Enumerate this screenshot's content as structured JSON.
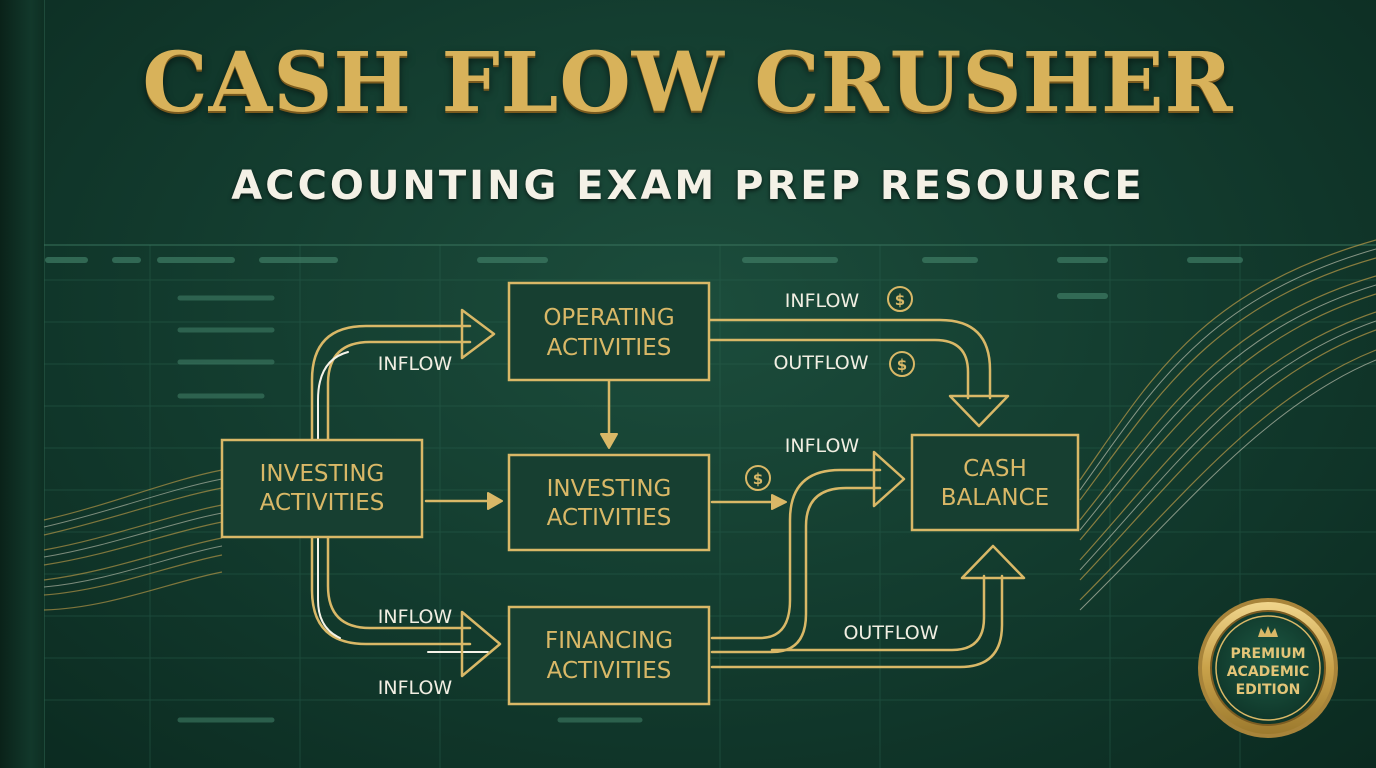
{
  "title": "CASH FLOW CRUSHER",
  "subtitle": "ACCOUNTING EXAM PREP RESOURCE",
  "colors": {
    "background": "#123a2d",
    "gold": "#d9b867",
    "text": "#f1eee2"
  },
  "nodes": {
    "investing_left": [
      "INVESTING",
      "ACTIVITIES"
    ],
    "operating": [
      "OPERATING",
      "ACTIVITIES"
    ],
    "investing_center": [
      "INVESTING",
      "ACTIVITIES"
    ],
    "financing": [
      "FINANCING",
      "ACTIVITIES"
    ],
    "cash_balance": [
      "CASH",
      "BALANCE"
    ]
  },
  "flow_labels": {
    "inflow_upper_left": "INFLOW",
    "inflow_top_right": "INFLOW",
    "outflow_top_right": "OUTFLOW",
    "inflow_middle_right": "INFLOW",
    "inflow_lower_left": "INFLOW",
    "inflow_bottom_left": "INFLOW",
    "outflow_bottom_right": "OUTFLOW"
  },
  "icons": {
    "coin": "dollar-coin-icon",
    "coin_symbol": "$",
    "crown": "crown-icon"
  },
  "badge": {
    "lines": [
      "PREMIUM",
      "ACADEMIC",
      "EDITION"
    ]
  }
}
